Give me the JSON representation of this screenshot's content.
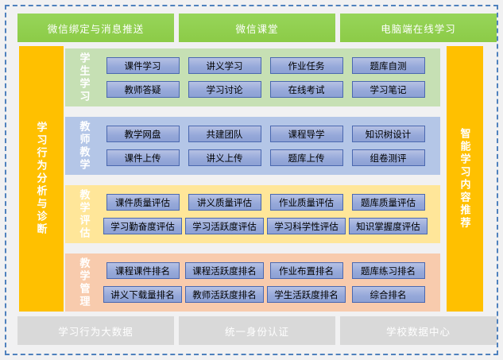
{
  "diagram": {
    "top_modules": [
      {
        "label": "微信绑定与消息推送"
      },
      {
        "label": "微信课堂"
      },
      {
        "label": "电脑端在线学习"
      }
    ],
    "left_sidebar": {
      "label": "学习行为分析与诊断"
    },
    "right_sidebar": {
      "label": "智能学习内容推荐"
    },
    "sections": [
      {
        "label": "学生学习",
        "bg": "#c6e0b4",
        "buttons": [
          "课件学习",
          "讲义学习",
          "作业任务",
          "题库自测",
          "教师答疑",
          "学习讨论",
          "在线考试",
          "学习笔记"
        ]
      },
      {
        "label": "教师教学",
        "bg": "#b4c6e7",
        "buttons": [
          "教学网盘",
          "共建团队",
          "课程导学",
          "知识树设计",
          "课件上传",
          "讲义上传",
          "题库上传",
          "组卷测评"
        ]
      },
      {
        "label": "教学评估",
        "bg": "#ffe699",
        "buttons": [
          "课件质量评估",
          "讲义质量评估",
          "作业质量评估",
          "题库质量评估",
          "学习勤奋度评估",
          "学习活跃度评估",
          "学习科学性评估",
          "知识掌握度评估"
        ]
      },
      {
        "label": "教学管理",
        "bg": "#f8cbad",
        "buttons": [
          "课程课件排名",
          "课程活跃度排名",
          "作业布置排名",
          "题库练习排名",
          "讲义下载量排名",
          "教师活跃度排名",
          "学生活跃度排名",
          "综合排名"
        ]
      }
    ],
    "bottom_modules": [
      {
        "label": "学习行为大数据"
      },
      {
        "label": "统一身份认证"
      },
      {
        "label": "学校数据中心"
      }
    ],
    "colors": {
      "top_module": "#92d050",
      "sidebar": "#ffc000",
      "bottom_module": "#d9d9d9",
      "button_fill": "#95a8d9",
      "button_border": "#4a68b0",
      "frame_border": "#4f81bd"
    }
  }
}
